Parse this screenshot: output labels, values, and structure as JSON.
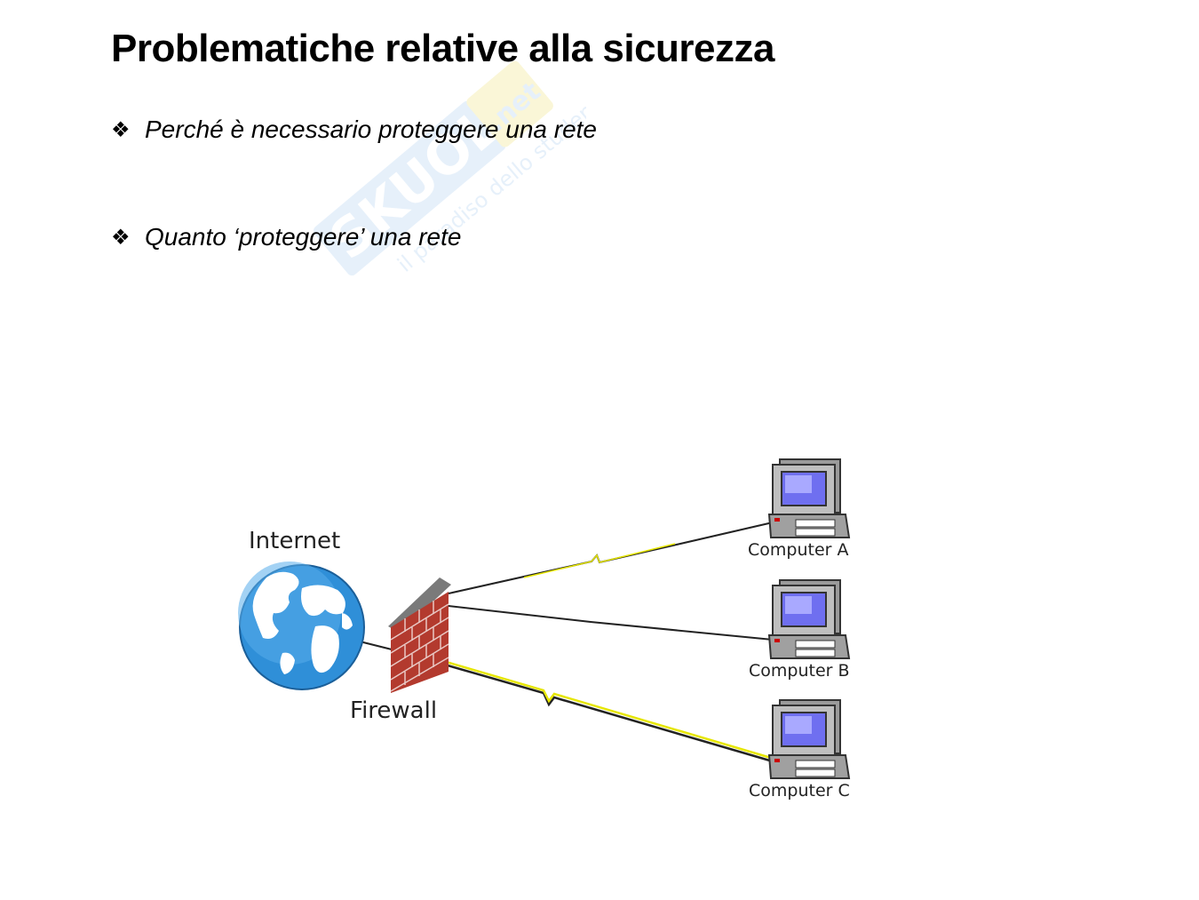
{
  "slide": {
    "title": "Problematiche relative alla sicurezza",
    "bullets": [
      {
        "mark": "❖",
        "text": "Perché è necessario proteggere una rete"
      },
      {
        "mark": "❖",
        "text": "Quanto ‘proteggere’ una rete"
      }
    ]
  },
  "watermark": {
    "brand": "SKUOLA",
    "suffix": ".net",
    "tagline": "il paradiso dello studente"
  },
  "diagram": {
    "internet_label": "Internet",
    "firewall_label": "Firewall",
    "computers": [
      {
        "label": "Computer A",
        "link": "wireless"
      },
      {
        "label": "Computer B",
        "link": "wired"
      },
      {
        "label": "Computer C",
        "link": "wireless"
      }
    ],
    "colors": {
      "globe_ocean": "#2f8fd8",
      "globe_land": "#ffffff",
      "brick": "#b33a2e",
      "wireless": "#e6e600",
      "screen": "#6f6ff0"
    }
  }
}
